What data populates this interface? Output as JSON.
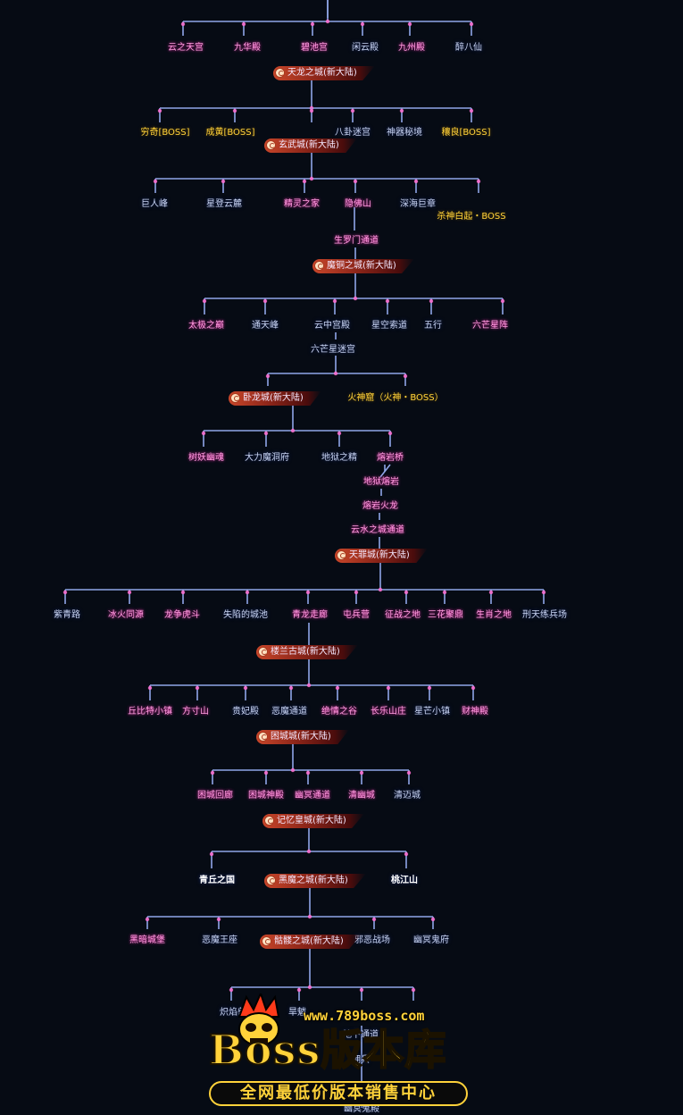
{
  "colors": {
    "background": "#060b14",
    "line": "#8fa6e8",
    "node_pink": "#ff9ce0",
    "node_yellow": "#ffd23a",
    "city_banner": "#c8462a"
  },
  "nodes": [
    {
      "text": "云之天宫",
      "cls": "pink"
    },
    {
      "text": "九华殿",
      "cls": "pink"
    },
    {
      "text": "碧池宫",
      "cls": "pink"
    },
    {
      "text": "闲云殿",
      "cls": ""
    },
    {
      "text": "九州殿",
      "cls": "pink"
    },
    {
      "text": "醉八仙",
      "cls": ""
    },
    {
      "text": "穷奇[BOSS]",
      "cls": "yellow"
    },
    {
      "text": "成黄[BOSS]",
      "cls": "yellow"
    },
    {
      "text": "八卦迷宫",
      "cls": ""
    },
    {
      "text": "神器秘境",
      "cls": ""
    },
    {
      "text": "穰良[BOSS]",
      "cls": "yellow"
    },
    {
      "text": "巨人峰",
      "cls": ""
    },
    {
      "text": "星登云麓",
      "cls": ""
    },
    {
      "text": "精灵之家",
      "cls": "pink"
    },
    {
      "text": "隐佛山",
      "cls": "pink"
    },
    {
      "text": "深海巨章",
      "cls": ""
    },
    {
      "text": "杀神白起・BOSS",
      "cls": "yellow"
    },
    {
      "text": "生罗门通道",
      "cls": "pink"
    },
    {
      "text": "太极之巅",
      "cls": "pink"
    },
    {
      "text": "通天峰",
      "cls": ""
    },
    {
      "text": "云中宫殿",
      "cls": ""
    },
    {
      "text": "星空索道",
      "cls": ""
    },
    {
      "text": "五行",
      "cls": ""
    },
    {
      "text": "六芒星阵",
      "cls": "pink"
    },
    {
      "text": "六芒星迷宫",
      "cls": ""
    },
    {
      "text": "火神窟（火神・BOSS）",
      "cls": "yellow"
    },
    {
      "text": "树妖幽魂",
      "cls": "pink"
    },
    {
      "text": "大力魔洞府",
      "cls": ""
    },
    {
      "text": "地狱之精",
      "cls": ""
    },
    {
      "text": "熔岩桥",
      "cls": "pink"
    },
    {
      "text": "地狱熔岩",
      "cls": "pink"
    },
    {
      "text": "熔岩火龙",
      "cls": "pink"
    },
    {
      "text": "云水之城通道",
      "cls": "pink"
    },
    {
      "text": "紫青路",
      "cls": ""
    },
    {
      "text": "冰火同源",
      "cls": "pink"
    },
    {
      "text": "龙争虎斗",
      "cls": "pink"
    },
    {
      "text": "失陷的城池",
      "cls": ""
    },
    {
      "text": "青龙走廊",
      "cls": "pink"
    },
    {
      "text": "屯兵营",
      "cls": "pink"
    },
    {
      "text": "征战之地",
      "cls": "pink"
    },
    {
      "text": "三花聚鼎",
      "cls": "pink"
    },
    {
      "text": "生肖之地",
      "cls": "pink"
    },
    {
      "text": "刑天练兵场",
      "cls": ""
    },
    {
      "text": "丘比特小镇",
      "cls": "pink"
    },
    {
      "text": "方寸山",
      "cls": "pink"
    },
    {
      "text": "贵妃殿",
      "cls": ""
    },
    {
      "text": "恶魔通道",
      "cls": ""
    },
    {
      "text": "绝情之谷",
      "cls": "pink"
    },
    {
      "text": "长乐山庄",
      "cls": "pink"
    },
    {
      "text": "星芒小镇",
      "cls": ""
    },
    {
      "text": "财神殿",
      "cls": "pink"
    },
    {
      "text": "困城回廊",
      "cls": "pink"
    },
    {
      "text": "困城神殿",
      "cls": "pink"
    },
    {
      "text": "幽冥通道",
      "cls": "pink"
    },
    {
      "text": "清幽城",
      "cls": "pink"
    },
    {
      "text": "清迈城",
      "cls": ""
    },
    {
      "text": "青丘之国",
      "cls": "white"
    },
    {
      "text": "桃江山",
      "cls": "white"
    },
    {
      "text": "黑暗城堡",
      "cls": "pink"
    },
    {
      "text": "恶魔王座",
      "cls": ""
    },
    {
      "text": "邪恶战场",
      "cls": ""
    },
    {
      "text": "幽冥鬼府",
      "cls": ""
    },
    {
      "text": "炽焰兽",
      "cls": ""
    },
    {
      "text": "旱魃",
      "cls": ""
    },
    {
      "text": "地下通道",
      "cls": ""
    },
    {
      "text": "佣兵",
      "cls": ""
    },
    {
      "text": "幽冥鬼殿",
      "cls": ""
    }
  ],
  "cities": [
    "天龙之城(新大陆)",
    "玄武城(新大陆)",
    "魔铜之城(新大陆)",
    "卧龙城(新大陆)",
    "天罪城(新大陆)",
    "楼兰古城(新大陆)",
    "困城城(新大陆)",
    "记忆皇城(新大陆)",
    "黑魔之城(新大陆)",
    "骷髅之城(新大陆)"
  ],
  "watermark": {
    "url": "www.789boss.com",
    "brand": "Boss版本库",
    "slogan": "全网最低价版本销售中心",
    "crown_icon": "crown-skull-icon"
  }
}
